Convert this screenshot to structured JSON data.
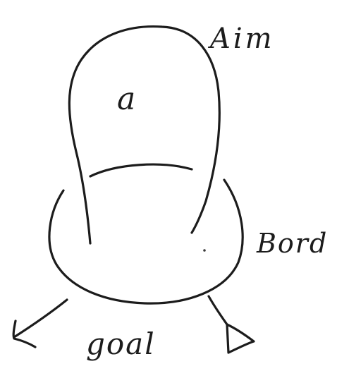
{
  "labels": {
    "inner": "a",
    "top": "Aim",
    "right": "Bord",
    "bottom": "goal"
  }
}
